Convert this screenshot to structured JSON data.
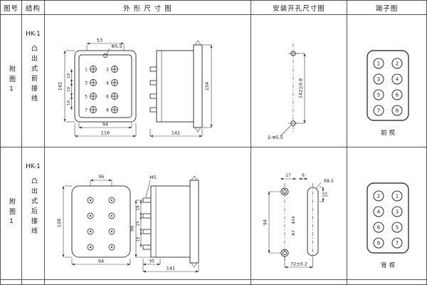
{
  "colors": {
    "line": "#3a3a3a",
    "text": "#1a1a1a",
    "bg": "#ffffff"
  },
  "header": {
    "col_figure": "图号",
    "col_structure": "结构",
    "col_outline": "外 形 尺 寸 图",
    "col_mounting": "安装开孔尺寸图",
    "col_terminal": "端子图"
  },
  "rows": [
    {
      "figure_no": "附图1",
      "model": "HK-1",
      "structure": "凸出式前接线",
      "outline": {
        "w53": "53",
        "hole": "Φ5.5",
        "h142": "142",
        "pitch": "19",
        "w94": "94",
        "w116": "116",
        "h154": "154",
        "w141": "141"
      },
      "mounting": {
        "height": "142±0.8",
        "holes": "2-Φ5.5"
      },
      "terminal": {
        "cells": [
          "1",
          "2",
          "3",
          "4",
          "5",
          "6",
          "7",
          "8"
        ],
        "view": "前 视"
      }
    },
    {
      "figure_no": "附图1",
      "model": "HK-1",
      "structure": "凸出式后接线",
      "outline": {
        "w36": "36",
        "h128": "128",
        "w94": "94",
        "m5": "M5",
        "h98": "98",
        "pitch": "19",
        "w30": "30",
        "w141": "141"
      },
      "mounting": {
        "d17": "17",
        "d6": "6",
        "d15": "15",
        "h94": "94",
        "w72": "72±0.2",
        "r85": "R8.5",
        "phi14": "Φ14",
        "phi7": "Φ7"
      },
      "terminal": {
        "cells": [
          "2",
          "1",
          "4",
          "3",
          "6",
          "5",
          "8",
          "7"
        ],
        "view": "背 视"
      }
    }
  ]
}
